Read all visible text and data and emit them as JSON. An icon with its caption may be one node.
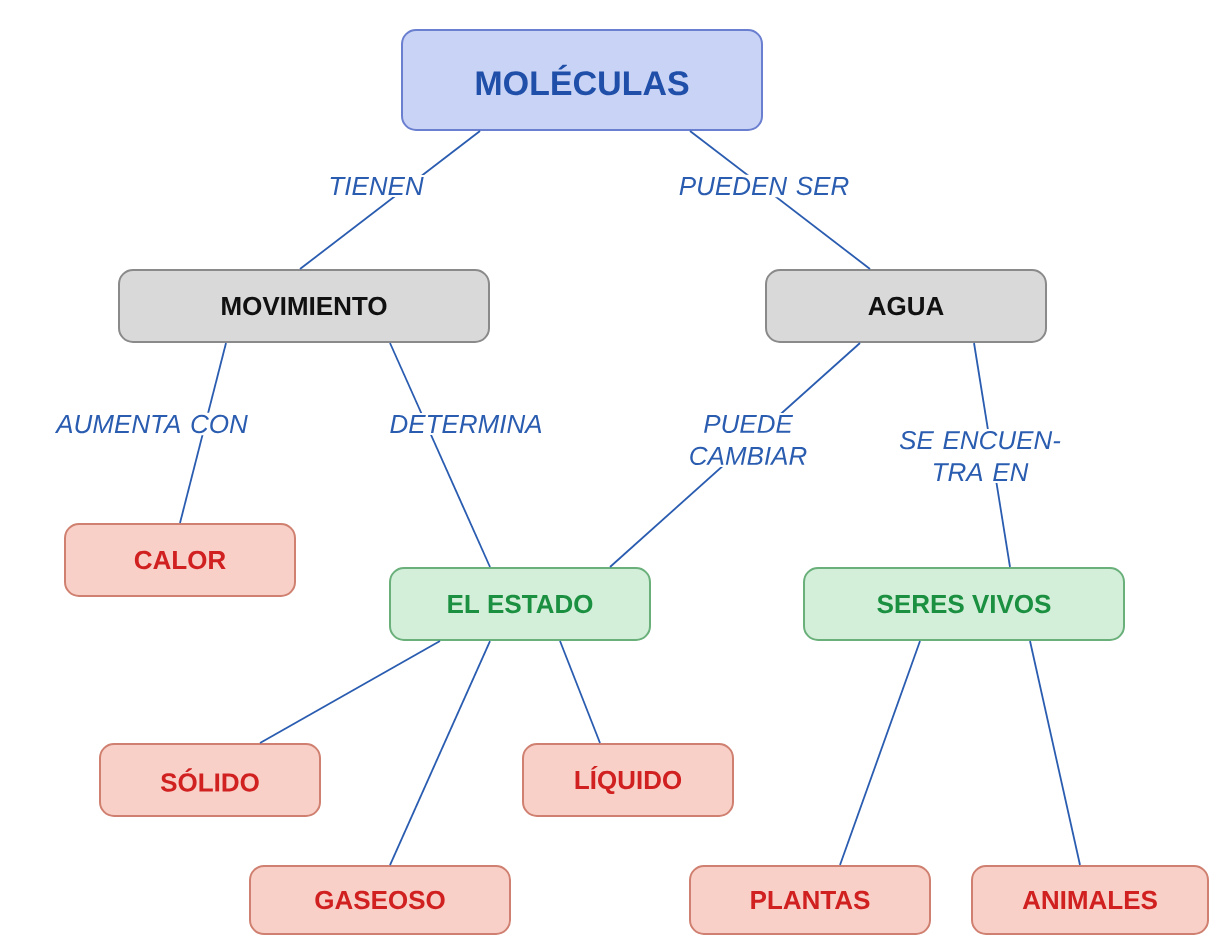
{
  "diagram": {
    "nodes": [
      {
        "text": [
          "MOLÉCULAS"
        ]
      },
      {
        "text": [
          "MOVIMIENTO"
        ]
      },
      {
        "text": [
          "AGUA"
        ]
      },
      {
        "text": [
          "CALOR"
        ]
      },
      {
        "text": [
          "EL ESTADO"
        ]
      },
      {
        "text": [
          "SERES VIVOS"
        ]
      },
      {
        "text": [
          "SÓLIDO"
        ]
      },
      {
        "text": [
          "LÍQUIDO"
        ]
      },
      {
        "text": [
          "GASEOSO"
        ]
      },
      {
        "text": [
          "PLANTAS"
        ]
      },
      {
        "text": [
          "ANIMALES"
        ]
      }
    ],
    "edges": [
      {
        "from": 0,
        "to": 1,
        "arrow": "none",
        "label": "TIENEN"
      },
      {
        "from": 0,
        "to": 2,
        "arrow": "none",
        "label": "PUEDEN SER"
      },
      {
        "from": 1,
        "to": 3,
        "arrow": "none",
        "label": "AUMENTA CON"
      },
      {
        "from": 1,
        "to": 4,
        "arrow": "none",
        "label": "DETERMINA"
      },
      {
        "from": 2,
        "to": 4,
        "arrow": "none",
        "label": "PUEDE CAMBIAR"
      },
      {
        "from": 2,
        "to": 5,
        "arrow": "none",
        "label": "SE ENCUEN- TRA EN"
      },
      {
        "from": 4,
        "to": 6,
        "arrow": "none"
      },
      {
        "from": 4,
        "to": 8,
        "arrow": "none"
      },
      {
        "from": 4,
        "to": 7,
        "arrow": "none"
      },
      {
        "from": 5,
        "to": 9,
        "arrow": "none"
      },
      {
        "from": 5,
        "to": 10,
        "arrow": "none"
      }
    ]
  }
}
